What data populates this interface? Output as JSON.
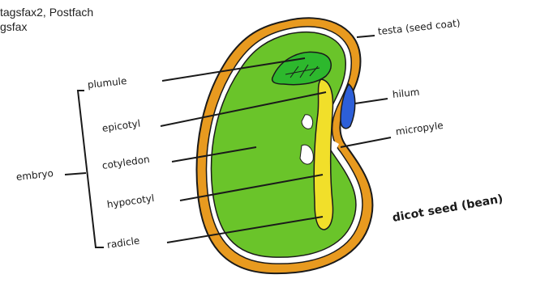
{
  "overlay": {
    "line1": "tagsfax2, Postfach",
    "line2": "gsfax"
  },
  "diagram": {
    "title": "dicot seed (bean)",
    "labels": {
      "testa": "testa (seed coat)",
      "hilum": "hilum",
      "micropyle": "micropyle",
      "plumule": "plumule",
      "epicotyl": "epicotyl",
      "cotyledon": "cotyledon",
      "hypocotyl": "hypocotyl",
      "radicle": "radicle",
      "embryo": "embryo"
    },
    "colors": {
      "seed_coat": "#e89a1f",
      "cotyledon": "#6ac42a",
      "plumule": "#2db82d",
      "embryo_axis": "#f1df2a",
      "hilum": "#2d5fd8",
      "outline": "#1a1a1a"
    }
  }
}
